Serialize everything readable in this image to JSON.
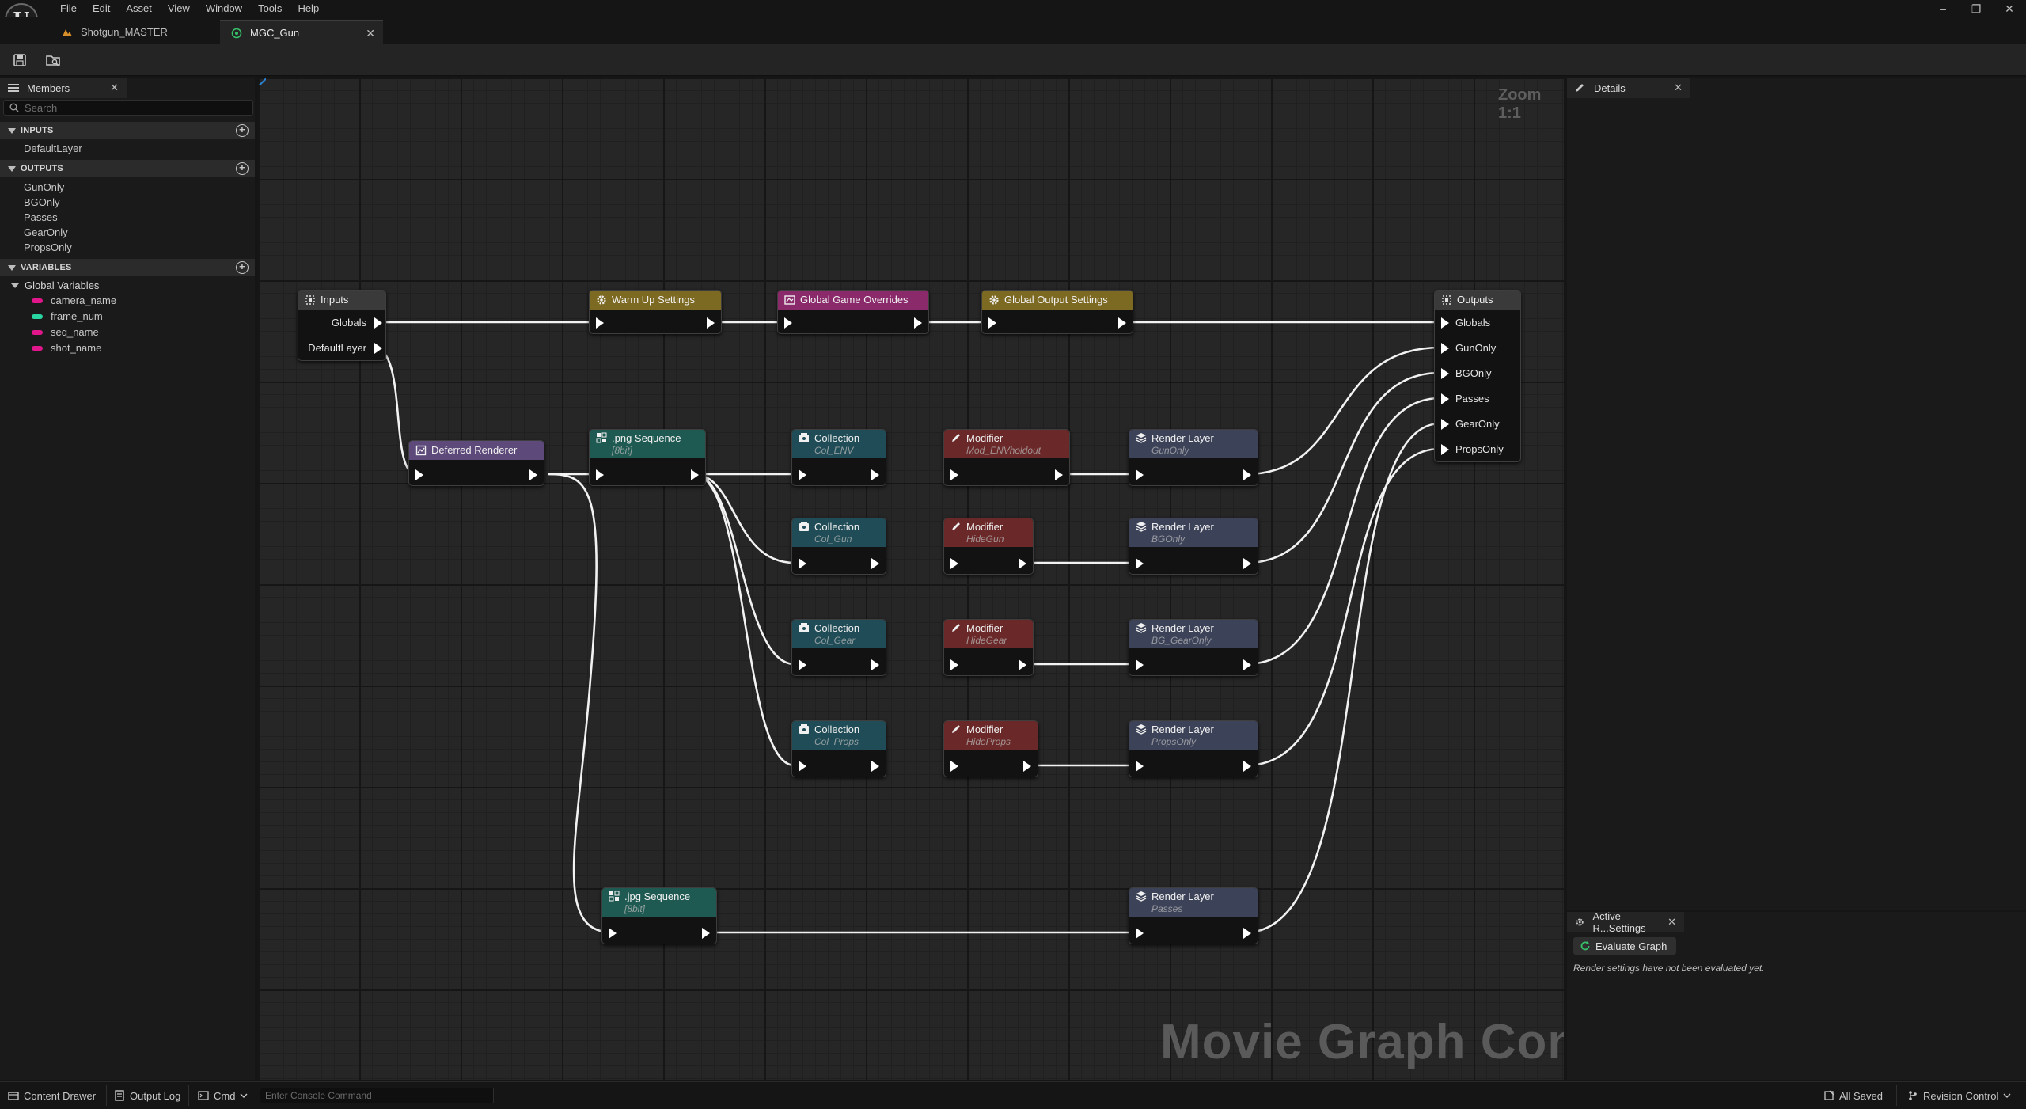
{
  "menu": [
    "File",
    "Edit",
    "Asset",
    "View",
    "Window",
    "Tools",
    "Help"
  ],
  "window_controls": {
    "minimize": "–",
    "maximize": "❐",
    "close": "✕"
  },
  "tabs": [
    {
      "label": "Shotgun_MASTER",
      "active": false
    },
    {
      "label": "MGC_Gun",
      "active": true
    }
  ],
  "members": {
    "title": "Members",
    "search_placeholder": "Search",
    "sections": {
      "inputs": {
        "label": "INPUTS",
        "items": [
          "DefaultLayer"
        ]
      },
      "outputs": {
        "label": "OUTPUTS",
        "items": [
          "GunOnly",
          "BGOnly",
          "Passes",
          "GearOnly",
          "PropsOnly"
        ]
      },
      "variables": {
        "label": "VARIABLES",
        "group": "Global Variables",
        "items": [
          {
            "name": "camera_name",
            "color": "#e0168a"
          },
          {
            "name": "frame_num",
            "color": "#29d6a2"
          },
          {
            "name": "seq_name",
            "color": "#e0168a"
          },
          {
            "name": "shot_name",
            "color": "#e0168a"
          }
        ]
      }
    }
  },
  "graph": {
    "zoom": "Zoom 1:1",
    "watermark": "Movie Graph Config",
    "nodes": {
      "inputs": {
        "title": "Inputs",
        "pins": [
          "Globals",
          "DefaultLayer"
        ]
      },
      "warmup": {
        "title": "Warm Up Settings"
      },
      "ggo": {
        "title": "Global Game Overrides"
      },
      "gos": {
        "title": "Global Output Settings"
      },
      "outputs": {
        "title": "Outputs",
        "pins": [
          "Globals",
          "GunOnly",
          "BGOnly",
          "Passes",
          "GearOnly",
          "PropsOnly"
        ]
      },
      "deferred": {
        "title": "Deferred Renderer"
      },
      "png": {
        "title": ".png Sequence",
        "subtitle": "[8bit]"
      },
      "jpg": {
        "title": ".jpg Sequence",
        "subtitle": "[8bit]"
      },
      "col1": {
        "title": "Collection",
        "subtitle": "Col_ENV"
      },
      "col2": {
        "title": "Collection",
        "subtitle": "Col_Gun"
      },
      "col3": {
        "title": "Collection",
        "subtitle": "Col_Gear"
      },
      "col4": {
        "title": "Collection",
        "subtitle": "Col_Props"
      },
      "mod1": {
        "title": "Modifier",
        "subtitle": "Mod_ENVholdout"
      },
      "mod2": {
        "title": "Modifier",
        "subtitle": "HideGun"
      },
      "mod3": {
        "title": "Modifier",
        "subtitle": "HideGear"
      },
      "mod4": {
        "title": "Modifier",
        "subtitle": "HideProps"
      },
      "rl1": {
        "title": "Render Layer",
        "subtitle": "GunOnly"
      },
      "rl2": {
        "title": "Render Layer",
        "subtitle": "BGOnly"
      },
      "rl3": {
        "title": "Render Layer",
        "subtitle": "BG_GearOnly"
      },
      "rl4": {
        "title": "Render Layer",
        "subtitle": "PropsOnly"
      },
      "rl5": {
        "title": "Render Layer",
        "subtitle": "Passes"
      }
    },
    "colors": {
      "io": "#3a3a3a",
      "settings": "#7d6a22",
      "game_overrides": "#8b2a6a",
      "renderer": "#5d4a7a",
      "output_format": "#1f5a52",
      "collection": "#1f4c56",
      "modifier": "#6a2828",
      "render_layer": "#3c4258"
    }
  },
  "details": {
    "title": "Details"
  },
  "active_settings": {
    "title": "Active R...Settings",
    "evaluate_label": "Evaluate Graph",
    "message": "Render settings have not been evaluated yet."
  },
  "statusbar": {
    "content_drawer": "Content Drawer",
    "output_log": "Output Log",
    "cmd": "Cmd",
    "console_placeholder": "Enter Console Command",
    "all_saved": "All Saved",
    "revision_control": "Revision Control"
  }
}
